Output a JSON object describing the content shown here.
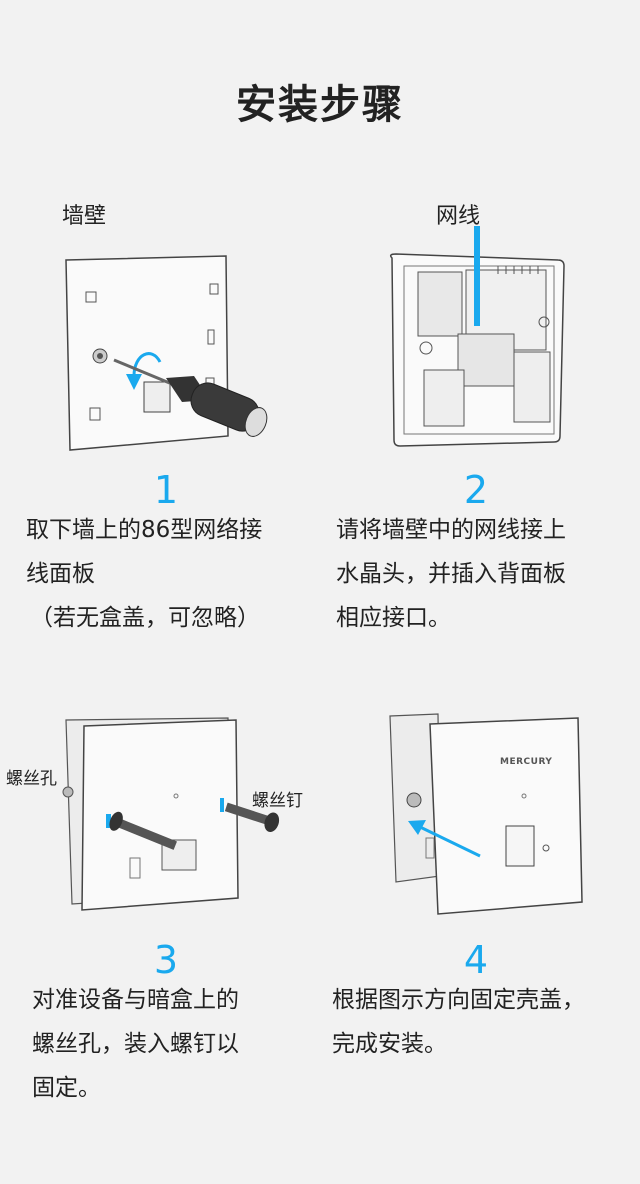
{
  "title": "安装步骤",
  "steps": [
    {
      "number": "1",
      "labels": [
        "墙壁"
      ],
      "desc_lines": [
        "取下墙上的86型网络接",
        "线面板",
        "（若无盒盖，可忽略）"
      ]
    },
    {
      "number": "2",
      "labels": [
        "网线"
      ],
      "desc_lines": [
        "请将墙壁中的网线接上",
        "水晶头，并插入背面板",
        "相应接口。"
      ]
    },
    {
      "number": "3",
      "labels": [
        "螺丝孔",
        "螺丝钉"
      ],
      "desc_lines": [
        "对准设备与暗盒上的",
        "螺丝孔，装入螺钉以",
        "固定。"
      ]
    },
    {
      "number": "4",
      "labels": [
        "MERCURY"
      ],
      "desc_lines": [
        "根据图示方向固定壳盖，",
        "完成安装。"
      ]
    }
  ],
  "colors": {
    "accent": "#1aa9ee",
    "background": "#f2f2f2"
  }
}
